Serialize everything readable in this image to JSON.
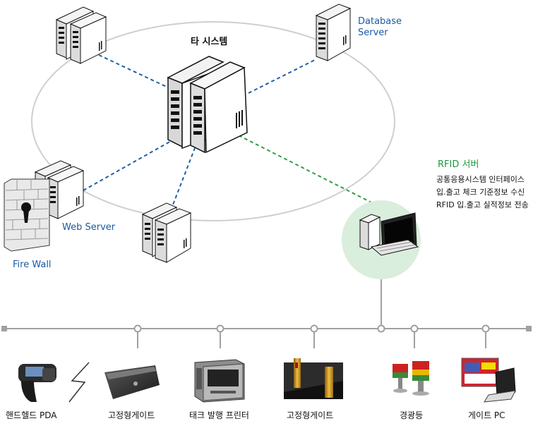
{
  "title": "타 시스템",
  "database_server": {
    "line1": "Database",
    "line2": "Server"
  },
  "web_server": "Web Server",
  "fire_wall": "Fire Wall",
  "rfid": {
    "title": "RFID 서버",
    "items": [
      "공통응용시스템 인터페이스",
      "입.출고 체크 기준정보 수신",
      "RFID 입.출고 실적정보 전송"
    ]
  },
  "devices": [
    {
      "label": "핸드헬드 PDA"
    },
    {
      "label": "고정형게이트"
    },
    {
      "label": "태크 발행 프린터"
    },
    {
      "label": "고정형게이트"
    },
    {
      "label": "경광등"
    },
    {
      "label": "게이트 PC"
    }
  ],
  "colors": {
    "accent_blue": "#1a5aa3",
    "accent_green": "#1e9a3b",
    "dash_blue": "#1f5fa8",
    "dash_green": "#2ea043",
    "ellipse": "#cfcfcf",
    "rfid_circle": "#d9eedd",
    "bus": "#a0a0a0"
  }
}
